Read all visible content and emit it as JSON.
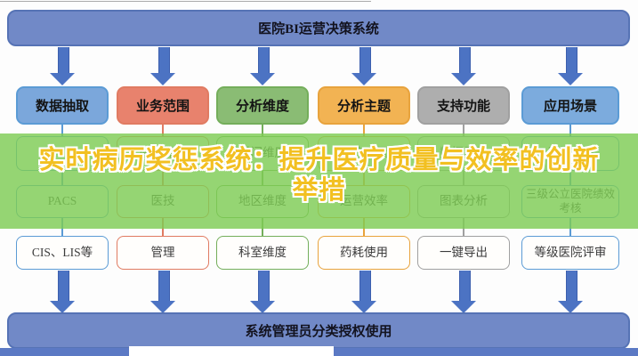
{
  "diagram": {
    "top_bar": {
      "label": "医院BI运营决策系统",
      "fill": "#7189c7"
    },
    "bottom_bar": {
      "label": "系统管理员分类授权使用",
      "fill": "#7189c7"
    },
    "arrow_color": "#4c73c3",
    "columns": [
      {
        "header": "数据抽取",
        "accent": "#5b9bd5",
        "header_fill": "#7ba7db",
        "rows": [
          "HIS",
          "PACS",
          "CIS、LIS等"
        ]
      },
      {
        "header": "业务范围",
        "accent": "#e07b62",
        "header_fill": "#e8826d",
        "rows": [
          "后勤保障",
          "医技",
          "管理"
        ]
      },
      {
        "header": "分析维度",
        "accent": "#74ae5b",
        "header_fill": "#8abc74",
        "rows": [
          "时间维度",
          "地区维度",
          "科室维度"
        ]
      },
      {
        "header": "分析主题",
        "accent": "#e8a33d",
        "header_fill": "#f2b353",
        "rows": [
          "医疗质量",
          "运营效率",
          "药耗使用"
        ]
      },
      {
        "header": "支持功能",
        "accent": "#a0a0a0",
        "header_fill": "#aeaeae",
        "rows": [
          "数据展示",
          "图表分析",
          "一键导出"
        ]
      },
      {
        "header": "应用场景",
        "accent": "#5b9bd5",
        "header_fill": "#7cabdd",
        "rows": [
          "具体应用",
          "三级公立医院绩效考核",
          "等级医院评审"
        ]
      }
    ]
  },
  "overlay": {
    "band_color": "#7ecc54",
    "line1": "实时病历奖惩系统：提升医疗质量与效率的创新",
    "line2": "举措",
    "text_color": "#f2c021"
  }
}
